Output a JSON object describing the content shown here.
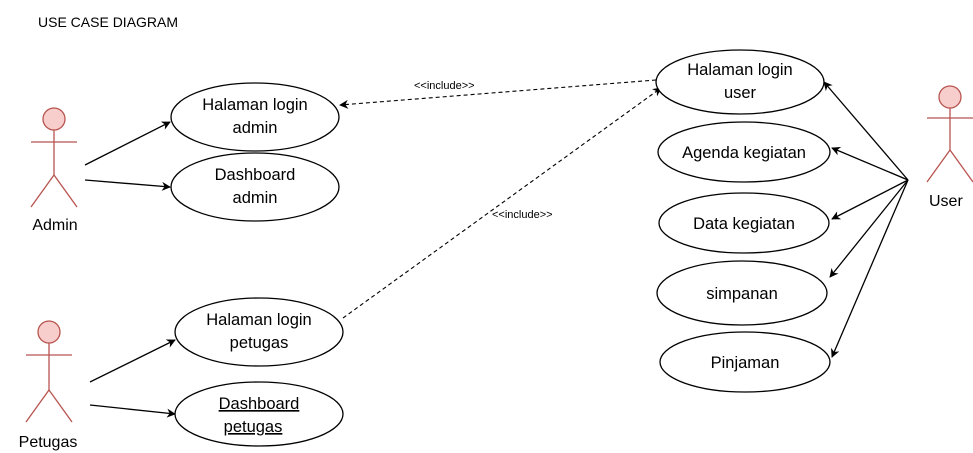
{
  "diagram": {
    "title": "USE CASE DIAGRAM",
    "colors": {
      "actor_fill": "#f8cecc",
      "actor_stroke": "#b85450",
      "line": "#000000"
    },
    "actors": {
      "admin": "Admin",
      "petugas": "Petugas",
      "user": "User"
    },
    "use_cases": {
      "login_admin": [
        "Halaman login",
        "admin"
      ],
      "dashboard_admin": [
        "Dashboard",
        "admin"
      ],
      "login_petugas": [
        "Halaman login",
        "petugas"
      ],
      "dashboard_petugas": [
        "Dashboard",
        "petugas"
      ],
      "login_user": [
        "Halaman login",
        "user"
      ],
      "agenda_kegiatan": [
        "Agenda kegiatan"
      ],
      "data_kegiatan": [
        "Data kegiatan"
      ],
      "simpanan": [
        "simpanan"
      ],
      "pinjaman": [
        "Pinjaman"
      ]
    },
    "include_label": "<<include>>",
    "relationships": [
      {
        "type": "association",
        "from": "Admin",
        "to": "Halaman login admin"
      },
      {
        "type": "association",
        "from": "Admin",
        "to": "Dashboard admin"
      },
      {
        "type": "association",
        "from": "Petugas",
        "to": "Halaman login petugas"
      },
      {
        "type": "association",
        "from": "Petugas",
        "to": "Dashboard petugas"
      },
      {
        "type": "association",
        "from": "User",
        "to": "Halaman login user"
      },
      {
        "type": "association",
        "from": "User",
        "to": "Agenda kegiatan"
      },
      {
        "type": "association",
        "from": "User",
        "to": "Data kegiatan"
      },
      {
        "type": "association",
        "from": "User",
        "to": "simpanan"
      },
      {
        "type": "association",
        "from": "User",
        "to": "Pinjaman"
      },
      {
        "type": "include",
        "from": "Halaman login user",
        "to": "Halaman login admin"
      },
      {
        "type": "include",
        "from": "Halaman login petugas",
        "to": "Halaman login user"
      }
    ]
  }
}
